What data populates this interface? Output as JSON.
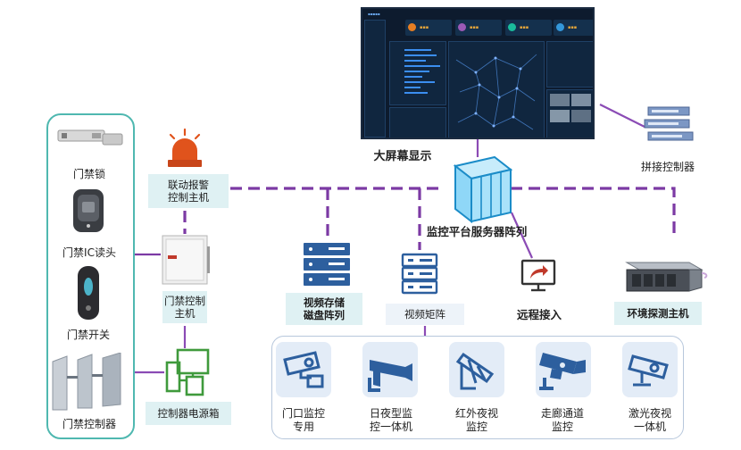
{
  "labels": {
    "big_screen": "大屏幕显示",
    "splice_controller": "拼接控制器",
    "linkage_alarm": "联动报警\n控制主机",
    "server_array": "监控平台服务器阵列",
    "door_controller_host": "门禁控制\n主机",
    "video_storage": "视频存储\n磁盘阵列",
    "video_matrix": "视频矩阵",
    "remote_access": "远程接入",
    "env_monitor": "环境探测主机",
    "controller_power": "控制器电源箱",
    "door_lock": "门禁锁",
    "ic_reader": "门禁IC读头",
    "door_switch": "门禁开关",
    "door_gate": "门禁控制器",
    "cam_door": "门口监控\n专用",
    "cam_daynight": "日夜型监\n控一体机",
    "cam_infrared": "红外夜视\n监控",
    "cam_corridor": "走廊通道\n监控",
    "cam_laser": "激光夜视\n一体机"
  },
  "colors": {
    "dash_purple": "#7c3aa4",
    "line_purple": "#8b4bb5",
    "teal_box": "#dff1f3",
    "teal_border": "#4fb8b0",
    "icon_blue": "#2d5f9e",
    "server_blue": "#8fd7f7",
    "alarm_orange": "#e0531c",
    "power_green": "#3f9a3c"
  }
}
